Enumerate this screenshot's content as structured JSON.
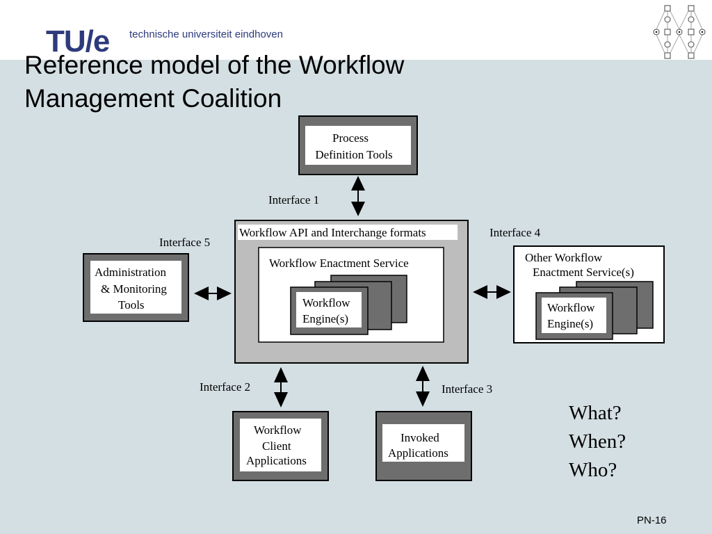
{
  "logo": {
    "mark": "TU/e",
    "institution": "technische universiteit eindhoven"
  },
  "title": {
    "line1": "Reference model of the Workflow",
    "line2": "Management Coalition"
  },
  "diagram": {
    "process_definition": [
      "Process",
      "Definition Tools"
    ],
    "interface1": "Interface 1",
    "interface2": "Interface 2",
    "interface3": "Interface 3",
    "interface4": "Interface 4",
    "interface5": "Interface 5",
    "api_label": "Workflow API and Interchange formats",
    "enactment_service": "Workflow Enactment Service",
    "engine": [
      "Workflow",
      "Engine(s)"
    ],
    "admin": [
      "Administration",
      "& Monitoring",
      "Tools"
    ],
    "other_enactment": [
      "Other Workflow",
      "Enactment Service(s)"
    ],
    "other_engine": [
      "Workflow",
      "Engine(s)"
    ],
    "client_apps": [
      "Workflow",
      "Client",
      "Applications"
    ],
    "invoked_apps": [
      "Invoked",
      "Applications"
    ]
  },
  "questions": [
    "What?",
    "When?",
    "Who?"
  ],
  "page_number": "PN-16",
  "colors": {
    "dark_box": "#6e6e6e",
    "api_box": "#bdbdbd",
    "background": "#d4dfe3",
    "brand": "#2d3a7c"
  }
}
